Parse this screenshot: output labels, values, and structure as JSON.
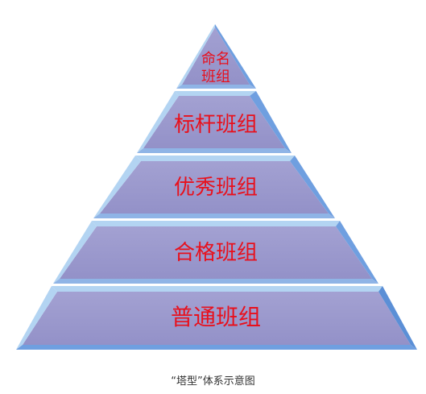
{
  "diagram": {
    "type": "pyramid",
    "tiers": [
      {
        "id": "named",
        "label_lines": [
          "命名",
          "班组"
        ]
      },
      {
        "id": "benchmark",
        "label_lines": [
          "标杆班组"
        ]
      },
      {
        "id": "excellent",
        "label_lines": [
          "优秀班组"
        ]
      },
      {
        "id": "qualified",
        "label_lines": [
          "合格班组"
        ]
      },
      {
        "id": "ordinary",
        "label_lines": [
          "普通班组"
        ]
      }
    ],
    "colors": {
      "tier_fill": "#9a98cc",
      "bevel_light": "#b3d4f2",
      "bevel_mid": "#8fb4e6",
      "bevel_dark": "#5b8fd6",
      "label": "#e8101c"
    }
  },
  "caption": "“塔型”体系示意图"
}
